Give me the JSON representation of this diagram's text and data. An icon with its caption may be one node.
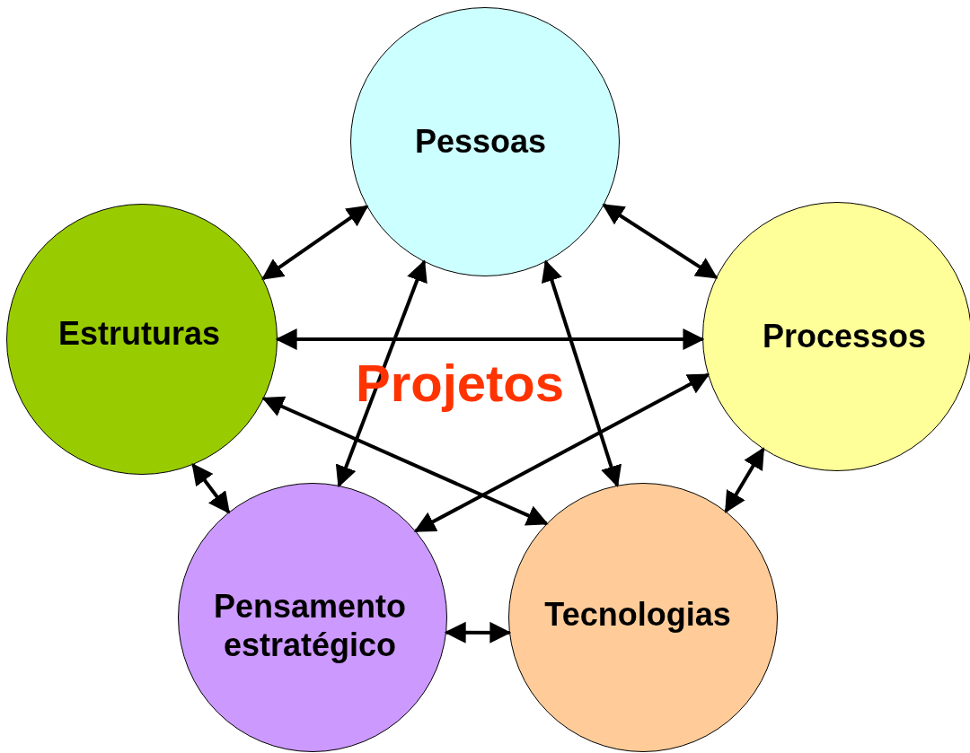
{
  "diagram": {
    "nodes": [
      {
        "text": [
          "Pessoas"
        ]
      },
      {
        "text": [
          "Estruturas"
        ]
      },
      {
        "text": [
          "Processos"
        ]
      },
      {
        "text": [
          "Pensamento estratégico"
        ]
      },
      {
        "text": [
          "Tecnologias"
        ]
      }
    ],
    "edges": [
      {
        "from": 0,
        "to": 1,
        "arrow": "both"
      },
      {
        "from": 0,
        "to": 2,
        "arrow": "both"
      },
      {
        "from": 1,
        "to": 2,
        "arrow": "both"
      },
      {
        "from": 0,
        "to": 3,
        "arrow": "both"
      },
      {
        "from": 0,
        "to": 4,
        "arrow": "both"
      },
      {
        "from": 1,
        "to": 4,
        "arrow": "both"
      },
      {
        "from": 2,
        "to": 3,
        "arrow": "both"
      },
      {
        "from": 1,
        "to": 3,
        "arrow": "both"
      },
      {
        "from": 2,
        "to": 4,
        "arrow": "both"
      },
      {
        "from": 3,
        "to": 4,
        "arrow": "both"
      }
    ],
    "labels": [
      "Projetos"
    ]
  }
}
